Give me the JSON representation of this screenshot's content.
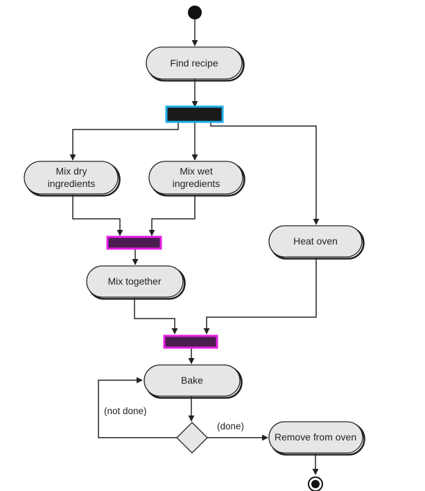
{
  "activities": {
    "find_recipe": [
      "Find recipe"
    ],
    "mix_dry": [
      "Mix dry",
      "ingredients"
    ],
    "mix_wet": [
      "Mix wet",
      "ingredients"
    ],
    "heat_oven": [
      "Heat oven"
    ],
    "mix_together": [
      "Mix together"
    ],
    "bake": [
      "Bake"
    ],
    "remove_from_oven": [
      "Remove from oven"
    ]
  },
  "guards": {
    "not_done": "(not done)",
    "done": "(done)"
  },
  "colors": {
    "fork_border": "#1eaee8",
    "join_border": "#e61ee6",
    "join_fill": "#4a1d4f",
    "fork_fill": "#1a1a1a",
    "activity_fill": "#e6e6e6",
    "line": "#222222"
  }
}
